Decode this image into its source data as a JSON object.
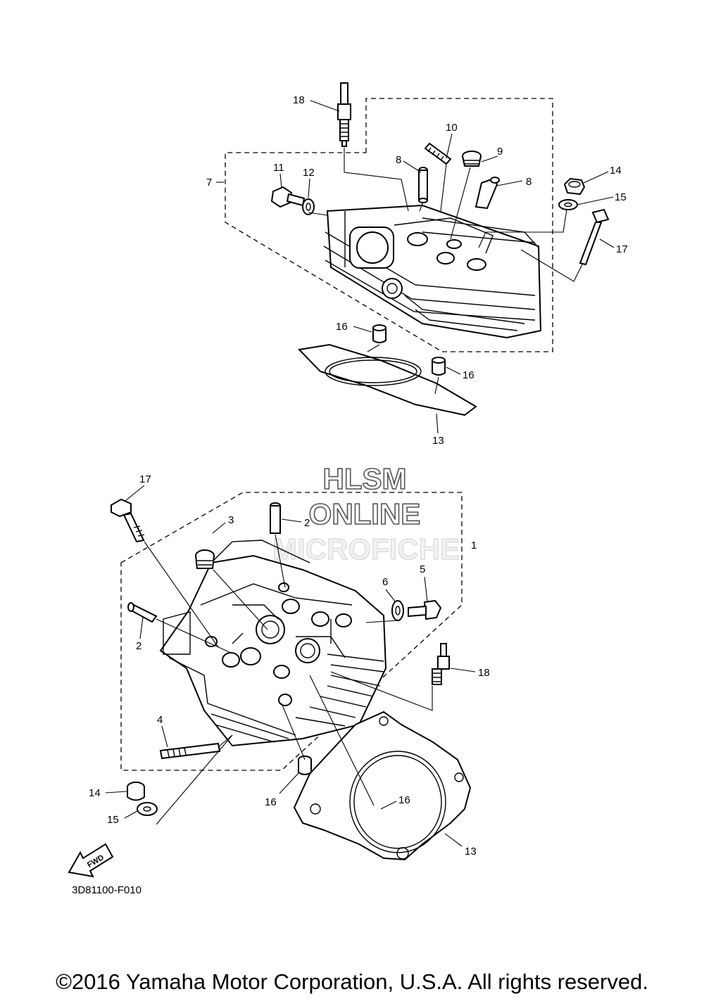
{
  "diagram": {
    "code": "3D81100-F010",
    "fwd_label": "FWD",
    "watermark": {
      "line1": "HLSM",
      "line2": "ONLINE",
      "line3": "MICROFICHE"
    },
    "callouts_upper": [
      "18",
      "10",
      "9",
      "8",
      "8",
      "11",
      "12",
      "7",
      "14",
      "15",
      "17",
      "16",
      "16",
      "13"
    ],
    "callouts_lower": [
      "17",
      "3",
      "2",
      "1",
      "6",
      "5",
      "2",
      "18",
      "4",
      "14",
      "15",
      "16",
      "16",
      "13"
    ]
  },
  "footer": {
    "copyright": "©2016 Yamaha Motor Corporation, U.S.A. All rights reserved."
  }
}
